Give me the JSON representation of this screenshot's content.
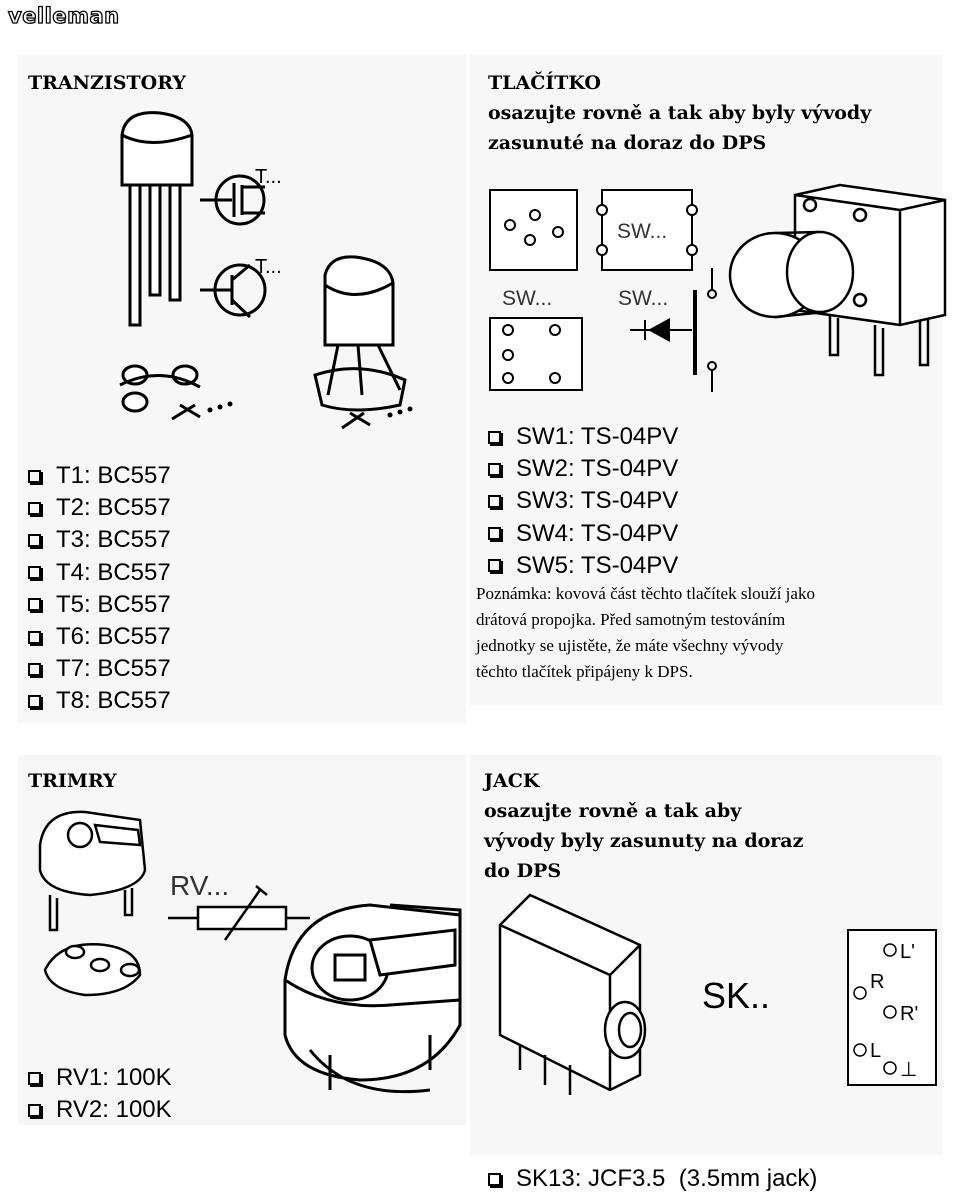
{
  "brand": "velleman",
  "transistors": {
    "heading": "TRANZISTORY",
    "symbol_labels": [
      "T...",
      "T..."
    ],
    "items": [
      "T1: BC557",
      "T2: BC557",
      "T3: BC557",
      "T4: BC557",
      "T5: BC557",
      "T6: BC557",
      "T7: BC557",
      "T8: BC557"
    ]
  },
  "buttons": {
    "heading": "TLAČÍTKO",
    "subheading_line1": "osazujte rovně a tak aby byly vývody",
    "subheading_line2": "zasunuté na doraz do DPS",
    "diagram_labels": [
      "SW...",
      "SW...",
      "SW..."
    ],
    "items": [
      "SW1: TS-04PV",
      "SW2: TS-04PV",
      "SW3: TS-04PV",
      "SW4: TS-04PV",
      "SW5: TS-04PV"
    ],
    "note_lines": [
      "Poznámka: kovová část těchto tlačítek slouží jako",
      "drátová propojka. Před samotným testováním",
      "jednotky se ujistěte, že máte všechny vývody",
      "těchto tlačítek připájeny k DPS."
    ]
  },
  "trimmers": {
    "heading": "TRIMRY",
    "symbol_label": "RV...",
    "items": [
      "RV1: 100K",
      "RV2: 100K"
    ]
  },
  "jack": {
    "heading": "JACK",
    "subheading_lines": [
      "osazujte rovně a tak aby",
      "vývody byly zasunuty na doraz",
      "do DPS"
    ],
    "symbol_label": "SK..",
    "pin_labels": [
      "L'",
      "R",
      "R'",
      "L",
      "⊥"
    ],
    "items": [
      "SK13: JCF3.5  (3.5mm jack)"
    ]
  }
}
